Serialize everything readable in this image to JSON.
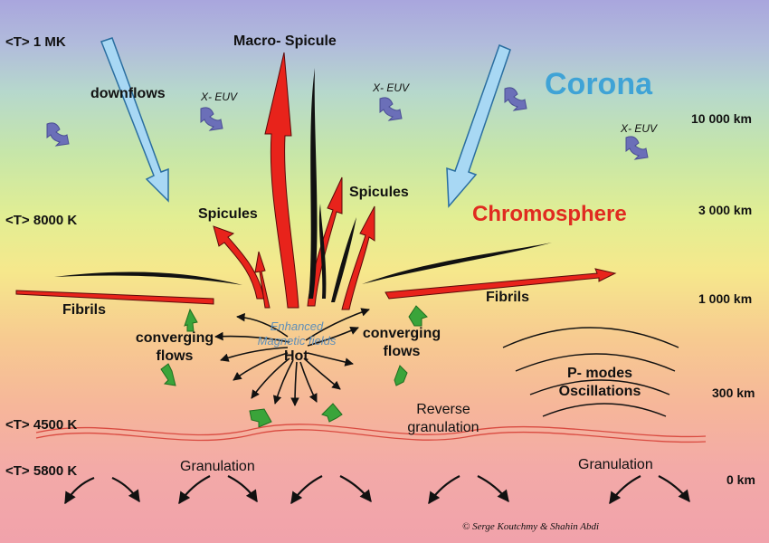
{
  "temperatures": [
    "<T> 1 MK",
    "<T> 8000 K",
    "<T> 4500 K",
    "<T> 5800 K"
  ],
  "heights": [
    "10 000 km",
    "3 000 km",
    "1 000 km",
    "300 km",
    "0 km"
  ],
  "regions": {
    "corona": "Corona",
    "chromosphere": "Chromosphere"
  },
  "labels": {
    "macro_spicule": "Macro- Spicule",
    "downflows": "downflows",
    "spicules": "Spicules",
    "fibrils": "Fibrils",
    "converging_flows": "converging flows",
    "enhanced_fields": "Enhanced Magnetic fields",
    "hot": "Hot",
    "p_modes": "P- modes Oscillations",
    "reverse_granulation": "Reverse granulation",
    "granulation": "Granulation",
    "xeuv": "X- EUV"
  },
  "credit": "© Serge Koutchmy & Shahin Abdi",
  "colors": {
    "corona": "#3fa3d6",
    "chromosphere": "#e02b20",
    "arrow_red": "#e8231b",
    "arrow_blue": "#a8d8f4",
    "green": "#3aa43a",
    "purple": "#6b6fb8"
  }
}
